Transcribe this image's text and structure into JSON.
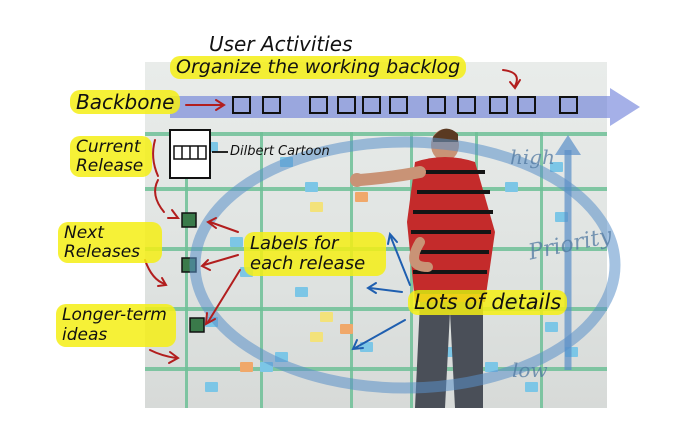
{
  "annotations": {
    "user_activities": "User Activities",
    "organize": "Organize the working backlog",
    "backbone": "Backbone",
    "current_release": "Current Release",
    "dilbert": "Dilbert Cartoon",
    "next_releases": "Next Releases",
    "labels_for_release": "Labels for each release",
    "longer_term": "Longer-term ideas",
    "lots_of_details": "Lots of details",
    "high": "high",
    "priority": "Priority",
    "low": "low"
  },
  "colors": {
    "highlighter": "#f5ee14",
    "arrow_red": "#b21e1e",
    "arrow_blue": "#1f5fb0",
    "backbone_band": "#5b6fd6",
    "ellipse": "#5a8fc8",
    "board_lines": "#6dbf96"
  }
}
